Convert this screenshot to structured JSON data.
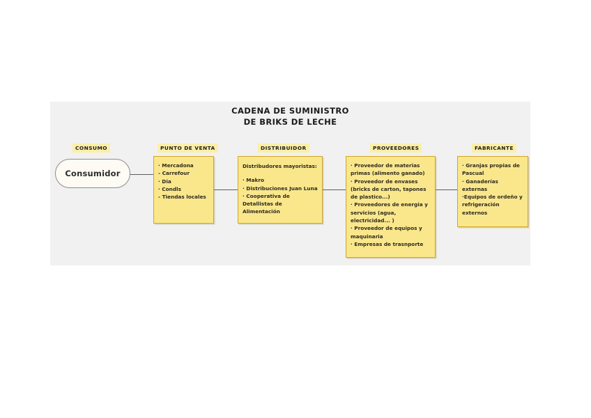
{
  "diagram": {
    "title_line1": "CADENA DE SUMINISTRO",
    "title_line2": "DE BRIKS DE LECHE",
    "panel_bg": "#f1f1f1",
    "node_fill": "#fae78c",
    "node_border": "#cfa62b",
    "caption_highlight": "#fbefa8",
    "consumer_fill": "#fdfbf4",
    "consumer_border": "#8c8c8c",
    "connector_color": "#5d5d5d"
  },
  "captions": {
    "consumo": "CONSUMO",
    "punto_de_venta": "PUNTO DE VENTA",
    "distribuidor": "DISTRIBUIDOR",
    "proveedores": "PROVEEDORES",
    "fabricante": "FABRICANTE"
  },
  "nodes": {
    "consumidor": {
      "label": "Consumidor"
    },
    "punto_de_venta": {
      "items": "· Mercadona\n- Carrefour\n· Dia\n· Condls\n- Tiendas locales"
    },
    "distribuidor": {
      "heading": "Distribudores mayoristas:",
      "items": "· Makro\n· Distribuciones Juan Luna\n· Cooperativa de\nDetallistas de\nAlimentación"
    },
    "proveedores": {
      "items": "· Proveedor de materias\nprimas (alimento ganado)\n· Proveedor de envases\n(bricks de carton, tapones\nde plastico...)\n· Proveedores de energia y\nservicios (agua,\nelectricidad... )\n· Proveedor de equipos y\nmaquinaria\n· Empresas de trasnporte"
    },
    "fabricante": {
      "items": "· Granjas propias de\nPascual\n· Ganaderías\nexternas\n·Equipos de ordeño y\nrefrigeración\nexternos"
    }
  }
}
